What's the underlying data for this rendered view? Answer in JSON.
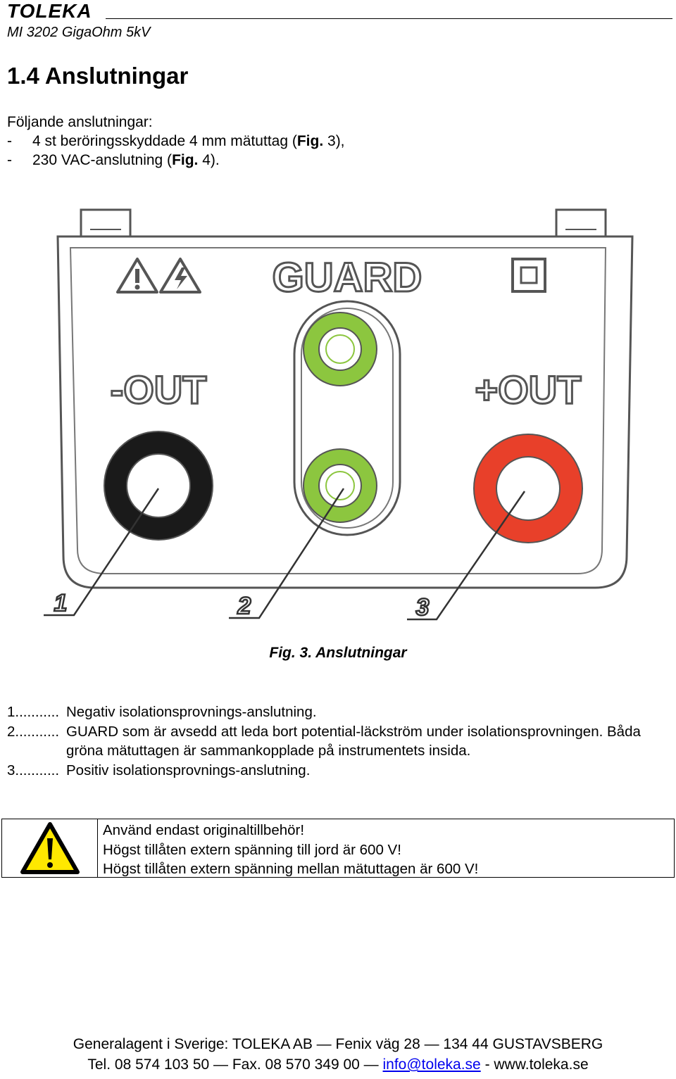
{
  "header": {
    "logo": "TOLEKA",
    "model": "MI 3202 GigaOhm 5kV"
  },
  "section": {
    "title": "1.4 Anslutningar"
  },
  "intro": {
    "lead": "Följande anslutningar:",
    "items": [
      {
        "dash": "-",
        "before": "4 st beröringsskyddade 4 mm mätuttag (",
        "ref_bold": "Fig.",
        "ref_num": " 3",
        "after": "),"
      },
      {
        "dash": "-",
        "before": "230 VAC-anslutning (",
        "ref_bold": "Fig.",
        "ref_num": " 4",
        "after": ")."
      }
    ]
  },
  "figure": {
    "guard_label": "GUARD",
    "minus_label": "-OUT",
    "plus_label": "+OUT",
    "callouts": [
      "1",
      "2",
      "3"
    ],
    "colors": {
      "minus_jack": "#1a1a1a",
      "guard_jack": "#8cc63f",
      "plus_jack": "#e8402a",
      "outline": "#4a4a4a"
    },
    "icons": [
      "warning-triangle-icon",
      "high-voltage-icon",
      "double-insulation-icon"
    ]
  },
  "caption": "Fig. 3. Anslutningar",
  "legend": [
    {
      "num": "1...........",
      "text": "Negativ isolationsprovnings-anslutning."
    },
    {
      "num": "2...........",
      "text": "GUARD som är avsedd att leda bort potential-läckström under isolationsprovningen. Båda gröna mätuttagen är sammankopplade på instrumentets insida."
    },
    {
      "num": "3...........",
      "text": "Positiv isolationsprovnings-anslutning."
    }
  ],
  "warning": {
    "icon": "warning-sign-icon",
    "lines": [
      "Använd endast originaltillbehör!",
      "Högst tillåten extern spänning till jord är 600 V!",
      "Högst tillåten extern spänning mellan mätuttagen är 600 V!"
    ]
  },
  "footer": {
    "line1": "Generalagent i Sverige: TOLEKA AB — Fenix väg 28 — 134 44 GUSTAVSBERG",
    "line2_prefix": "Tel. 08 574 103 50 — Fax. 08 570 349 00 — ",
    "email": "info@toleka.se",
    "line2_suffix": " - www.toleka.se"
  }
}
